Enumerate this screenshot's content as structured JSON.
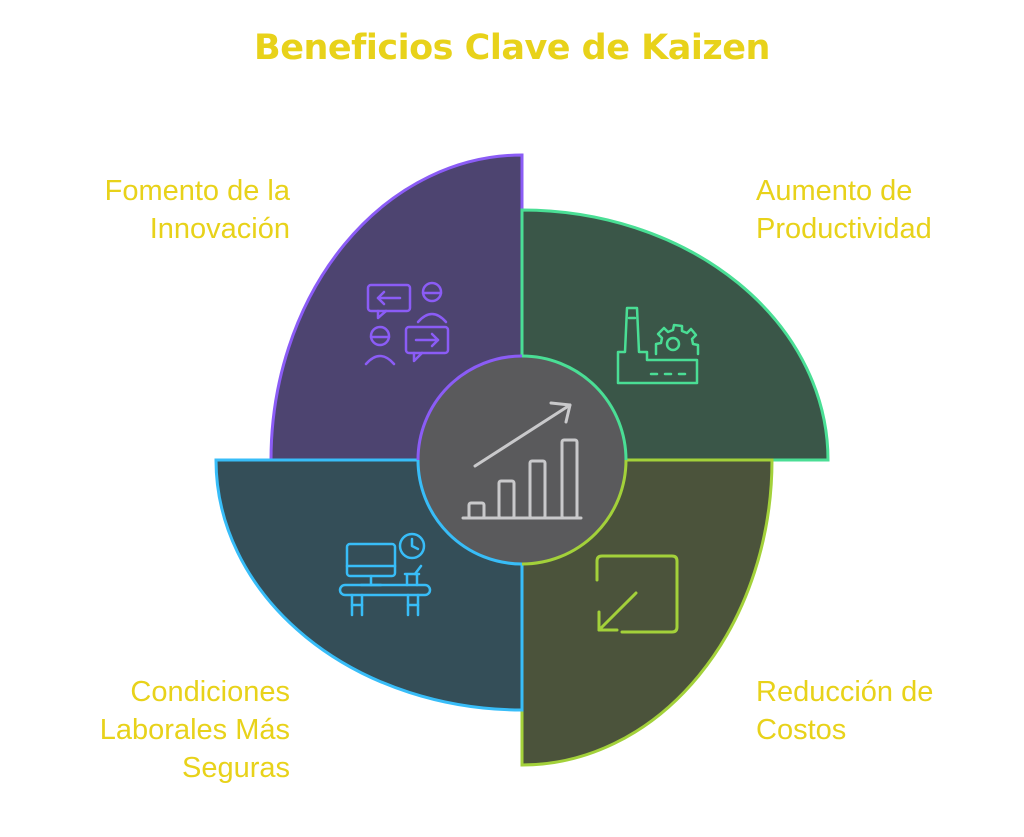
{
  "title": "Beneficios Clave de Kaizen",
  "colors": {
    "title": "#E8D21A",
    "label_text": "#E8D21A",
    "innovation_fill": "#4D4470",
    "innovation_stroke": "#8B5CF6",
    "productivity_fill": "#3A5648",
    "productivity_stroke": "#4ADE95",
    "costs_fill": "#4B533B",
    "costs_stroke": "#A3D13A",
    "safety_fill": "#344E58",
    "safety_stroke": "#38BDF8",
    "center_fill": "#5A5A5C",
    "center_icon": "#C9C9CB"
  },
  "segments": [
    {
      "id": "innovation",
      "label_lines": [
        "Fomento de la",
        "Innovación"
      ],
      "icon": "conversation-exchange-icon"
    },
    {
      "id": "productivity",
      "label_lines": [
        "Aumento de",
        "Productividad"
      ],
      "icon": "factory-gear-icon"
    },
    {
      "id": "costs",
      "label_lines": [
        "Reducción de",
        "Costos"
      ],
      "icon": "arrow-down-left-box-icon"
    },
    {
      "id": "safety",
      "label_lines": [
        "Condiciones",
        "Laborales Más",
        "Seguras"
      ],
      "icon": "workstation-clock-icon"
    }
  ],
  "center": {
    "icon": "growth-bar-chart-icon"
  }
}
